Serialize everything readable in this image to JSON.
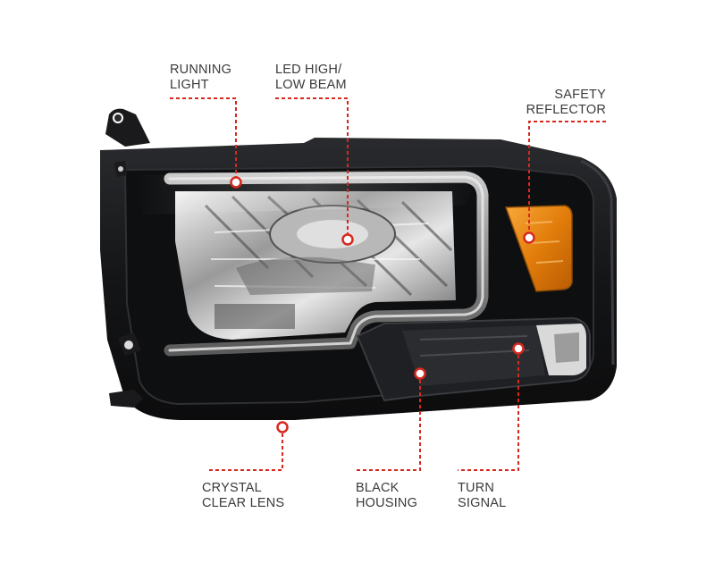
{
  "labels": {
    "running_light": [
      "RUNNING",
      "LIGHT"
    ],
    "led_beam": [
      "LED HIGH/",
      "LOW BEAM"
    ],
    "safety_reflector": [
      "SAFETY",
      "REFLECTOR"
    ],
    "crystal_lens": [
      "CRYSTAL",
      "CLEAR LENS"
    ],
    "black_housing": [
      "BLACK",
      "HOUSING"
    ],
    "turn_signal": [
      "TURN",
      "SIGNAL"
    ]
  },
  "colors": {
    "callout_line": "#d7281f",
    "callout_text": "#3a3a3a",
    "housing": "#1b1c1e",
    "reflector": "#e98a12"
  }
}
